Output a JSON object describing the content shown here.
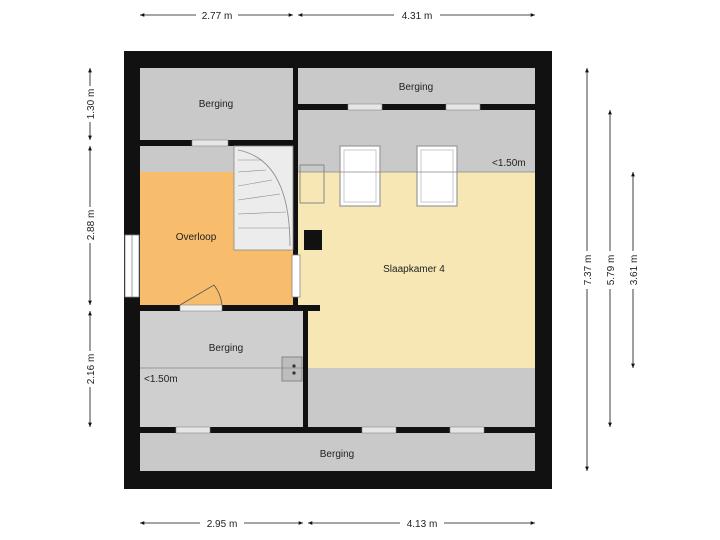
{
  "colors": {
    "wall": "#111111",
    "storage": "#c9c9c9",
    "storage_low": "#bdbdbd",
    "landing": "#f7bd6c",
    "bedroom": "#f6e7b5",
    "stairs": "#e8e8e8"
  },
  "rooms": {
    "berging_top_left": "Berging",
    "berging_top_right": "Berging",
    "overloop": "Overloop",
    "slaapkamer": "Slaapkamer 4",
    "berging_mid": "Berging",
    "berging_bottom": "Berging"
  },
  "notes": {
    "height_right": "<1.50m",
    "height_left": "<1.50m"
  },
  "dimensions": {
    "top_left": "2.77 m",
    "top_right": "4.31 m",
    "bottom_left": "2.95 m",
    "bottom_right": "4.13 m",
    "left_top": "1.30 m",
    "left_mid": "2.88 m",
    "left_bottom": "2.16 m",
    "right_outer": "7.37 m",
    "right_middle": "5.79 m",
    "right_inner": "3.61 m"
  }
}
